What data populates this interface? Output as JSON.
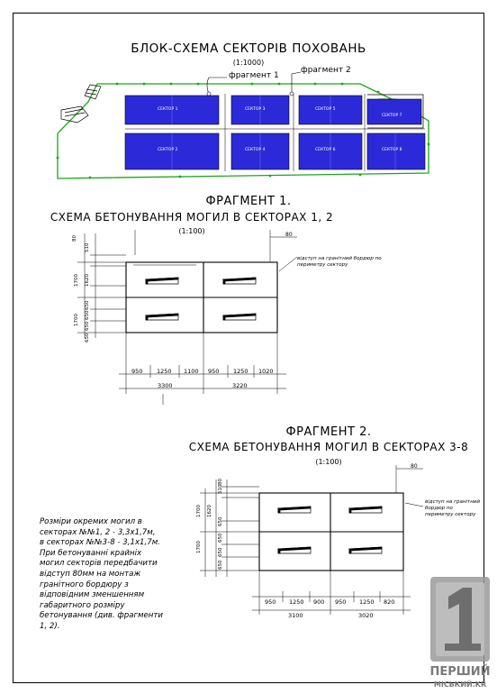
{
  "main_title": "БЛОК-СХЕМА СЕКТОРІВ ПОХОВАНЬ",
  "main_scale": "(1:1000)",
  "callouts": {
    "fragment1": "фрагмент 1",
    "fragment2": "фрагмент 2"
  },
  "sectors": [
    {
      "label": "СЕКТОР 1"
    },
    {
      "label": "СЕКТОР 3"
    },
    {
      "label": "СЕКТОР 5"
    },
    {
      "label": "СЕКТОР 7"
    },
    {
      "label": "СЕКТОР 2"
    },
    {
      "label": "СЕКТОР 4"
    },
    {
      "label": "СЕКТОР 6"
    },
    {
      "label": "СЕКТОР 8"
    }
  ],
  "fragment1": {
    "title_line1": "ФРАГМЕНТ 1.",
    "title_line2": "СХЕМА БЕТОНУВАННЯ МОГИЛ В СЕКТОРАХ 1, 2",
    "scale": "(1:100)",
    "note": "відступ на гранітний бордюр по периметру сектору",
    "dim_top": "80",
    "dims_left": [
      "80",
      "510",
      "1620",
      "1700",
      "1700",
      "650",
      "650",
      "650",
      "650"
    ],
    "dims_bottom": [
      "950",
      "1250",
      "1100",
      "950",
      "1250",
      "1020"
    ],
    "dims_total": [
      "3300",
      "3220"
    ]
  },
  "fragment2": {
    "title_line1": "ФРАГМЕНТ 2.",
    "title_line2": "СХЕМА БЕТОНУВАННЯ МОГИЛ В СЕКТОРАХ 3-8",
    "scale": "(1:100)",
    "note": "відступ на гранітний бордюр по периметру сектору",
    "dim_top": "80",
    "dims_left": [
      "80",
      "510",
      "1620",
      "1700",
      "1700",
      "650",
      "650",
      "650",
      "650"
    ],
    "dims_bottom": [
      "950",
      "1250",
      "900",
      "950",
      "1250",
      "820"
    ],
    "dims_total": [
      "3100",
      "3020"
    ]
  },
  "footnote": "Розміри окремих могил в\nсекторах №№1, 2 - 3,3х1,7м,\nв секторах №№3-8 - 3,1х1,7м.\nПри бетонуванні крайніх\nмогил секторів передбачити\nвідступ 80мм на монтаж\nгранітного бордюру з\nвідповідним зменшенням\nгабаритного розміру\nбетонування (див. фрагменти\n1, 2).",
  "watermark": {
    "number": "1",
    "line1": "ПЕРШИЙ",
    "line2": "МІСЬКИЙ.KR"
  },
  "colors": {
    "sector_fill": "#2c2ad8",
    "boundary": "#1aa61a",
    "logo": "#8a8a8a"
  }
}
